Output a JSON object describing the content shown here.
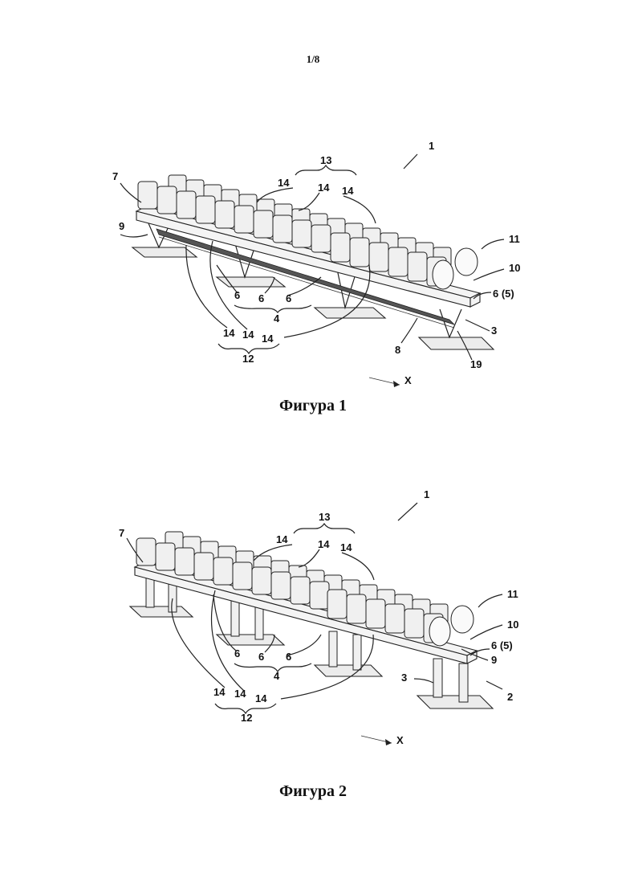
{
  "page": {
    "number": "1/8"
  },
  "figures": [
    {
      "caption": "Фигура 1",
      "labels": {
        "l1": "1",
        "l7": "7",
        "l9": "9",
        "l13": "13",
        "l14a": "14",
        "l14b": "14",
        "l14c": "14",
        "l11": "11",
        "l10": "10",
        "l6_5": "6 (5)",
        "l6a": "6",
        "l6b": "6",
        "l6c": "6",
        "l4": "4",
        "l14d": "14",
        "l14e": "14",
        "l14f": "14",
        "l12": "12",
        "l8": "8",
        "l3": "3",
        "l19": "19",
        "lx": "X"
      }
    },
    {
      "caption": "Фигура 2",
      "labels": {
        "l1": "1",
        "l7": "7",
        "l13": "13",
        "l14a": "14",
        "l14b": "14",
        "l14c": "14",
        "l11": "11",
        "l10": "10",
        "l6_5": "6 (5)",
        "l9": "9",
        "l6a": "6",
        "l6b": "6",
        "l6c": "6",
        "l4": "4",
        "l3": "3",
        "l2": "2",
        "l14d": "14",
        "l14e": "14",
        "l14f": "14",
        "l12": "12",
        "lx": "X"
      }
    }
  ]
}
